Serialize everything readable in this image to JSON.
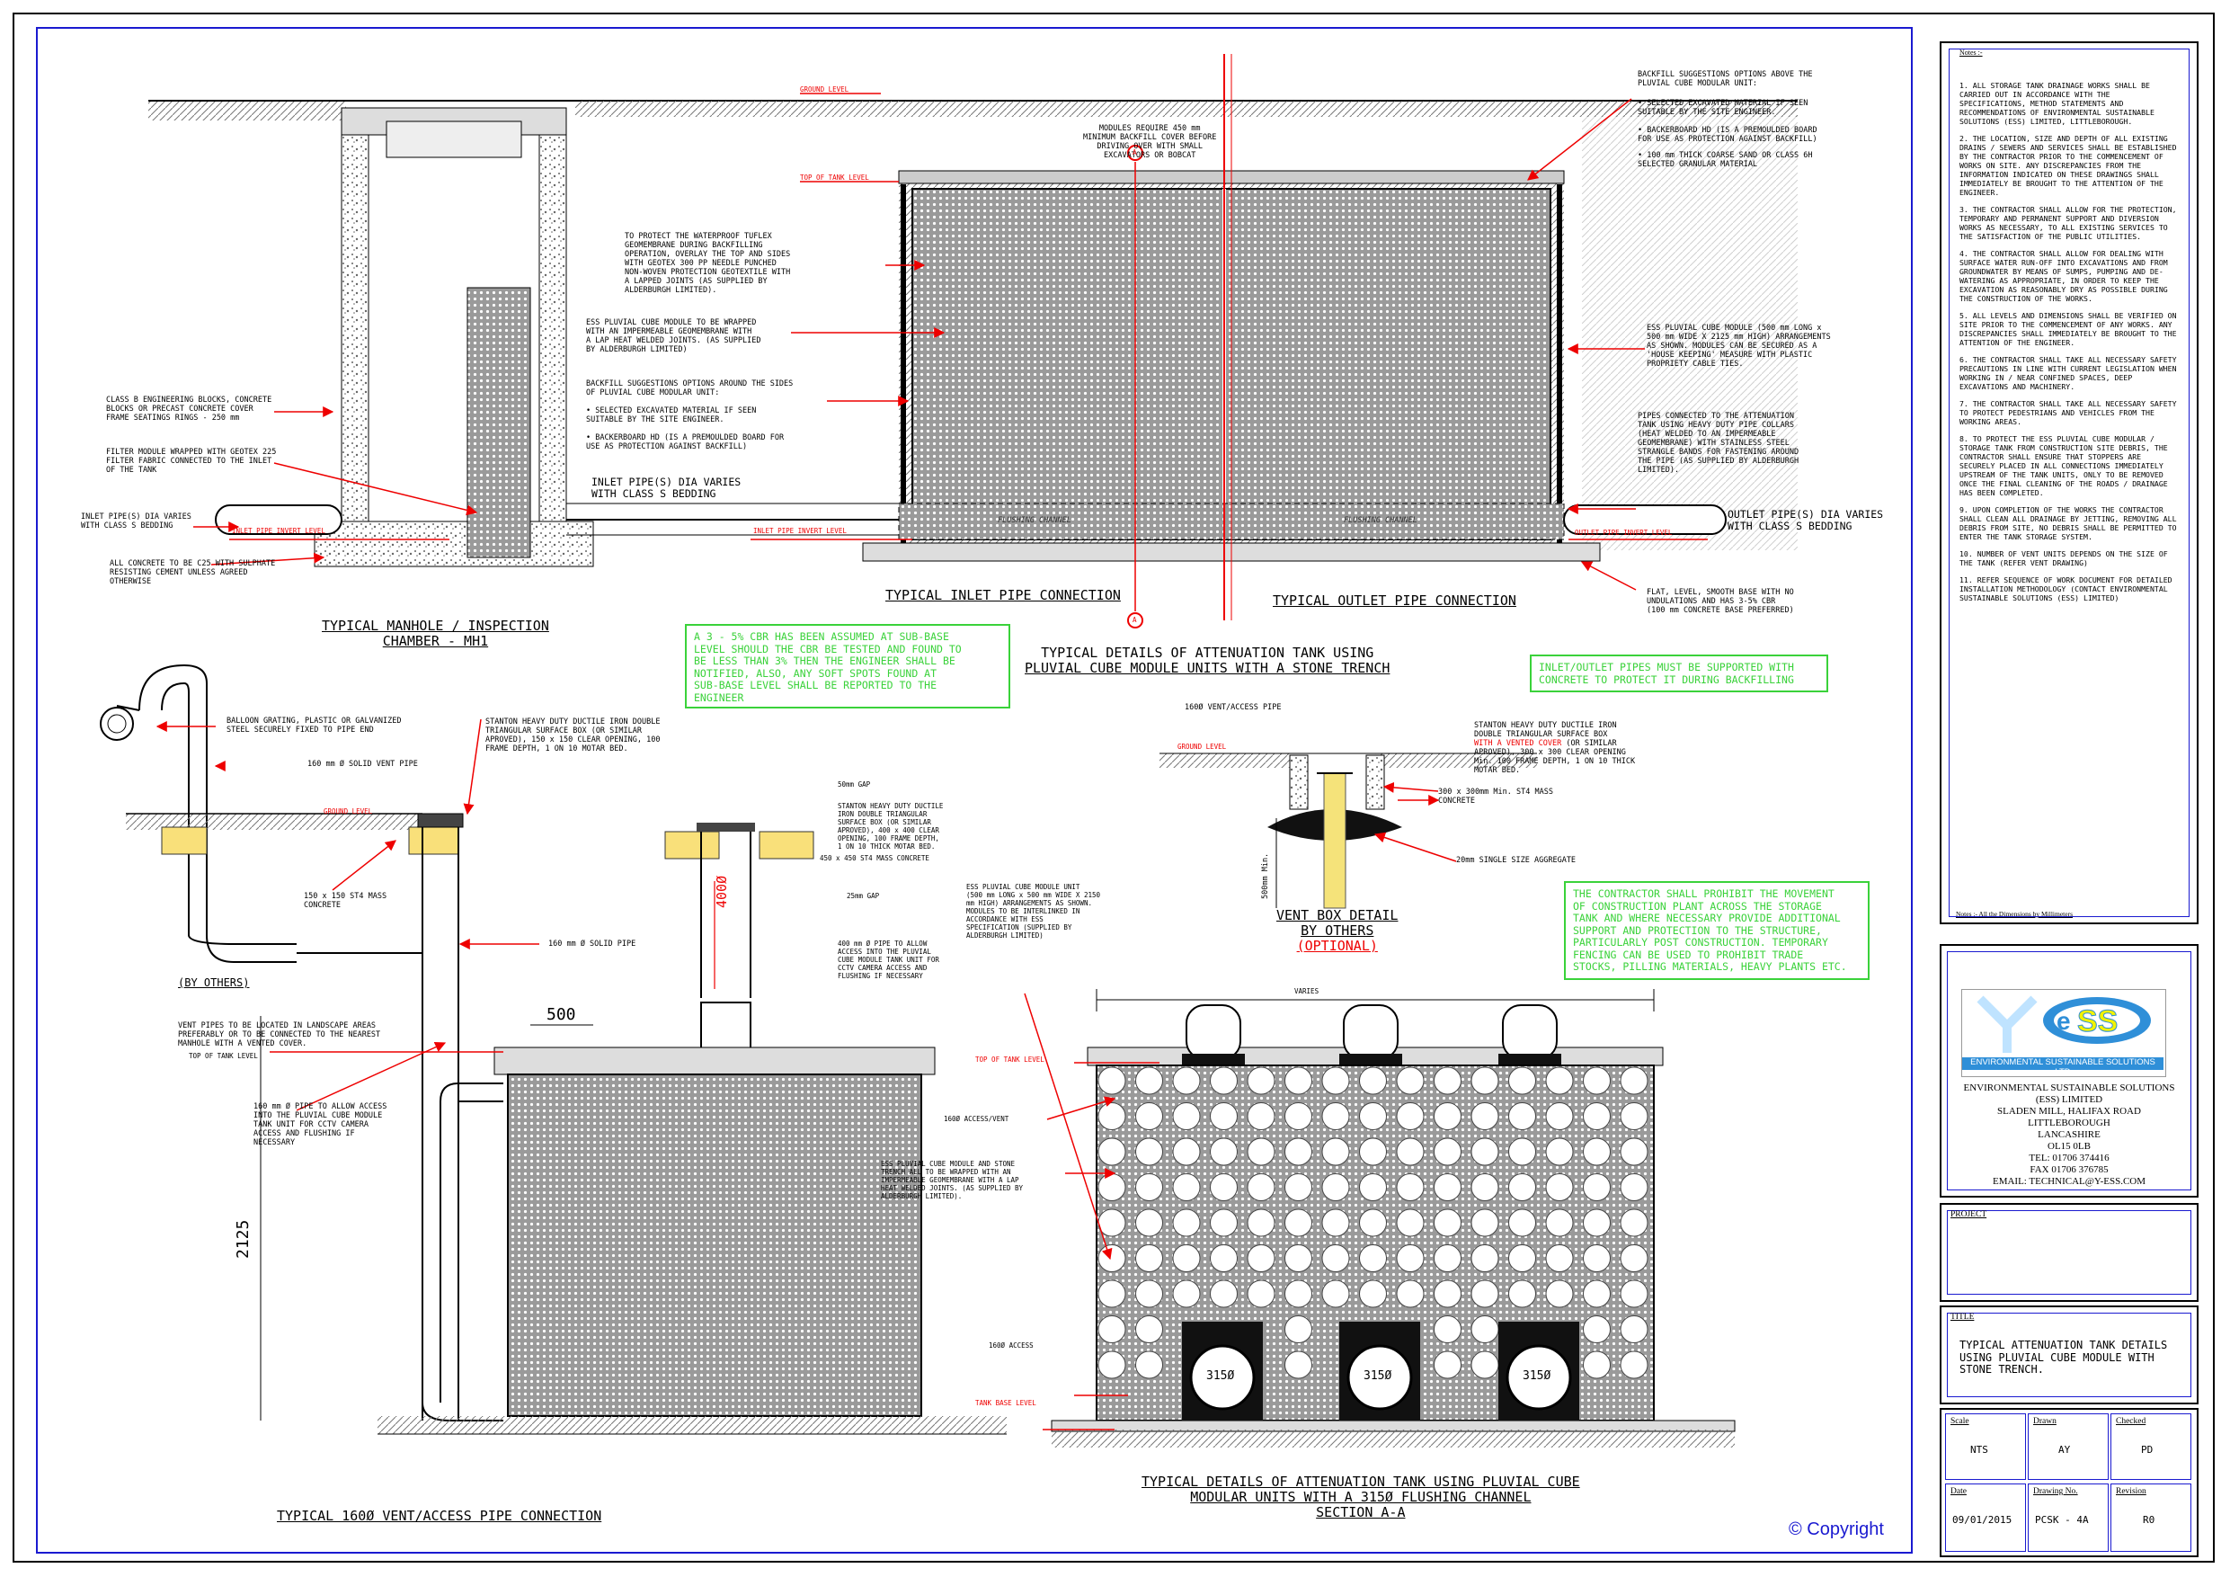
{
  "labels": {
    "ground_level_top": "GROUND LEVEL",
    "top_of_tank_level_top": "TOP OF TANK LEVEL",
    "modules_require": "MODULES REQUIRE 450 mm\nMINIMUM BACKFILL COVER BEFORE\nDRIVING OVER WITH SMALL\nEXCAVATORS OR BOBCAT",
    "backfill_above": "BACKFILL SUGGESTIONS OPTIONS ABOVE THE\nPLUVIAL CUBE MODULAR UNIT:",
    "backfill_above_b1": "SELECTED EXCAVATED MATERIAL IF SEEN\nSUITABLE BY THE SITE ENGINEER.",
    "backfill_above_b2": "BACKERBOARD HD (IS A PREMOULDED BOARD\nFOR USE AS PROTECTION AGAINST BACKFILL)",
    "backfill_above_b3": "100 mm THICK COARSE SAND OR CLASS 6H\nSELECTED GRANULAR MATERIAL",
    "protect_membrane": "TO PROTECT THE WATERPROOF TUFLEX\nGEOMEMBRANE DURING BACKFILLING\nOPERATION, OVERLAY THE TOP AND SIDES\nWITH GEOTEX 300 PP NEEDLE PUNCHED\nNON-WOVEN PROTECTION GEOTEXTILE WITH\nA LAPPED JOINTS (AS SUPPLIED BY\nALDERBURGH LIMITED).",
    "ess_wrapped": "ESS PLUVIAL CUBE MODULE TO BE WRAPPED\nWITH AN IMPERMEABLE GEOMEMBRANE WITH\nA LAP HEAT WELDED JOINTS. (AS SUPPLIED\nBY ALDERBURGH LIMITED)",
    "backfill_sides": "BACKFILL SUGGESTIONS OPTIONS AROUND THE SIDES\nOF PLUVIAL CUBE MODULAR UNIT:",
    "backfill_sides_b1": "SELECTED EXCAVATED MATERIAL IF SEEN\nSUITABLE BY THE SITE ENGINEER.",
    "backfill_sides_b2": "BACKERBOARD HD (IS A PREMOULDED BOARD FOR\nUSE AS PROTECTION AGAINST BACKFILL)",
    "inlet_pipe_center": "INLET PIPE(S) DIA VARIES\nWITH CLASS S BEDDING",
    "ess_module_size": "ESS PLUVIAL CUBE MODULE (500 mm LONG x\n500 mm WIDE X 2125 mm HIGH) ARRANGEMENTS\nAS SHOWN. MODULES CAN BE SECURED AS A\n'HOUSE KEEPING' MEASURE WITH PLASTIC\nPROPRIETY CABLE TIES.",
    "pipes_connected": "PIPES CONNECTED TO THE ATTENUATION\nTANK USING HEAVY DUTY PIPE COLLARS\n(HEAT WELDED TO AN IMPERMEABLE\nGEOMEMBRANE) WITH STAINLESS STEEL\nSTRANGLE BANDS FOR FASTENING AROUND\nTHE PIPE (AS SUPPLIED BY ALDERBURGH\nLIMITED).",
    "outlet_pipe": "OUTLET PIPE(S) DIA VARIES\nWITH CLASS S BEDDING",
    "flat_base": "FLAT, LEVEL, SMOOTH BASE WITH NO\nUNDULATIONS AND HAS 3-5% CBR\n(100 mm CONCRETE BASE PREFERRED)",
    "class_b": "CLASS B ENGINEERING BLOCKS, CONCRETE\nBLOCKS OR PRECAST CONCRETE COVER\nFRAME SEATINGS RINGS - 250 mm",
    "filter_module": "FILTER MODULE WRAPPED WITH GEOTEX 225\nFILTER FABRIC CONNECTED TO THE INLET\nOF THE TANK",
    "inlet_pipe_left": "INLET PIPE(S) DIA VARIES\nWITH CLASS S BEDDING",
    "all_concrete": "ALL CONCRETE TO BE C25 WITH SULPHATE\nRESISTING CEMENT UNLESS AGREED\nOTHERWISE",
    "inlet_invert_1": "INLET PIPE INVERT LEVEL",
    "inlet_invert_2": "INLET PIPE INVERT LEVEL",
    "outlet_invert": "OUTLET PIPE INVERT LEVEL",
    "flushing_1": "FLUSHING CHANNEL",
    "flushing_2": "FLUSHING CHANNEL",
    "section_a": "A",
    "balloon": "BALLOON GRATING, PLASTIC OR GALVANIZED\nSTEEL SECURELY FIXED TO PIPE END",
    "vent_pipe_160": "160 mm Ø SOLID VENT PIPE",
    "stanton_1": "STANTON HEAVY DUTY DUCTILE IRON DOUBLE\nTRIANGULAR SURFACE BOX (OR SIMILAR\nAPROVED), 150 x 150 CLEAR OPENING, 100\nFRAME DEPTH, 1 ON 10 MOTAR BED.",
    "ground_level_mid": "GROUND LEVEL",
    "mass_150": "150 x 150 ST4 MASS\nCONCRETE",
    "solid_pipe_160": "160 mm Ø SOLID PIPE",
    "by_others": "(BY OTHERS)",
    "gap_50": "50mm GAP",
    "stanton_2": "STANTON HEAVY DUTY DUCTILE\nIRON DOUBLE TRIANGULAR\nSURFACE BOX (OR SIMILAR\nAPROVED), 400 x 400 CLEAR\nOPENING, 100 FRAME DEPTH,\n1 ON 10 THICK MOTAR BED.",
    "mass_450": "450 x 450 ST4 MASS CONCRETE",
    "gap_25": "25mm GAP",
    "pipe_400_access": "400 mm Ø PIPE TO ALLOW\nACCESS INTO THE PLUVIAL\nCUBE MODULE TANK UNIT FOR\nCCTV CAMERA ACCESS AND\nFLUSHING IF NECESSARY",
    "dim_400": "400Ø",
    "dim_500": "500",
    "dim_2125": "2125",
    "vent_landscape": "VENT PIPES TO BE LOCATED IN LANDSCAPE AREAS\nPREFERABLY OR TO BE CONNECTED TO THE NEAREST\nMANHOLE WITH A VENTED COVER.",
    "top_tank_left": "TOP OF TANK LEVEL",
    "pipe_160_cctv": "160 mm Ø PIPE TO ALLOW ACCESS\nINTO THE PLUVIAL CUBE MODULE\nTANK UNIT FOR CCTV CAMERA\nACCESS AND FLUSHING IF\nNECESSARY",
    "vent_access_pipe": "160Ø VENT/ACCESS PIPE",
    "ground_level_vb": "GROUND LEVEL",
    "stanton_3a": "STANTON HEAVY DUTY DUCTILE IRON\nDOUBLE TRIANGULAR SURFACE BOX",
    "stanton_3b": "WITH A VENTED COVER",
    "stanton_3c": " (OR SIMILAR\nAPROVED), 300 x 300 CLEAR OPENING\nMin. 100 FRAME DEPTH, 1 ON 10 THICK\nMOTAR BED.",
    "mass_300": "300 x 300mm Min. ST4 MASS\nCONCRETE",
    "aggregate_20": "20mm SINGLE SIZE AGGREGATE",
    "dim_500min": "500mm Min.",
    "ess_module_a": "ESS PLUVIAL CUBE MODULE UNIT\n(500 mm LONG x 500 mm WIDE X 2150\nmm HIGH) ARRANGEMENTS AS SHOWN.\nMODULES TO BE INTERLINKED IN\nACCORDANCE WITH ESS\nSPECIFICATION (SUPPLIED BY\nALDERBURGH LIMITED)",
    "varies": "VARIES",
    "top_tank_right": "TOP OF TANK LEVEL",
    "access_vent_160": "160Ø ACCESS/VENT",
    "ess_stone": "ESS PLUVIAL CUBE MODULE AND STONE\nTRENCH ALL TO BE WRAPPED WITH AN\nIMPERMEABLE GEOMEMBRANE WITH A LAP\nHEAT WELDED JOINTS. (AS SUPPLIED BY\nALDERBURGH LIMITED).",
    "access_160": "160Ø ACCESS",
    "tank_base": "TANK BASE LEVEL",
    "pipe_315": "315Ø"
  },
  "titles": {
    "inlet": "TYPICAL INLET PIPE CONNECTION",
    "outlet": "TYPICAL OUTLET PIPE CONNECTION",
    "manhole_1": "TYPICAL MANHOLE / INSPECTION",
    "manhole_2": "CHAMBER - MH1",
    "atten_1": "TYPICAL DETAILS OF ATTENUATION TANK USING",
    "atten_2": "PLUVIAL CUBE MODULE UNITS WITH A STONE TRENCH",
    "vent_box_1": "VENT BOX DETAIL",
    "vent_box_2": "BY OTHERS",
    "vent_box_3": "(OPTIONAL)",
    "vent_access": "TYPICAL 160Ø VENT/ACCESS PIPE CONNECTION",
    "section_1": "TYPICAL DETAILS OF ATTENUATION TANK USING PLUVIAL CUBE",
    "section_2": "MODULAR UNITS WITH A 315Ø FLUSHING CHANNEL",
    "section_3": "SECTION A-A"
  },
  "green_notes": {
    "cbr": "A 3 - 5% CBR HAS BEEN ASSUMED AT SUB-BASE\nLEVEL SHOULD THE CBR BE TESTED AND FOUND TO\nBE LESS THAN 3% THEN THE ENGINEER SHALL BE\nNOTIFIED, ALSO, ANY SOFT SPOTS FOUND AT\nSUB-BASE LEVEL SHALL BE REPORTED TO THE\nENGINEER",
    "inlet_outlet": "INLET/OUTLET PIPES MUST BE SUPPORTED WITH\nCONCRETE TO PROTECT IT DURING BACKFILLING",
    "contractor": "THE CONTRACTOR SHALL PROHIBIT THE MOVEMENT\nOF CONSTRUCTION PLANT ACROSS THE STORAGE\nTANK AND WHERE NECESSARY PROVIDE ADDITIONAL\nSUPPORT AND PROTECTION TO THE STRUCTURE,\nPARTICULARLY POST CONSTRUCTION. TEMPORARY\nFENCING CAN BE USED TO PROHIBIT TRADE\nSTOCKS, PILLING MATERIALS, HEAVY PLANTS ETC."
  },
  "notes": {
    "title": "Notes :-",
    "items": [
      "1. ALL STORAGE TANK DRAINAGE WORKS SHALL BE CARRIED OUT IN ACCORDANCE WITH THE SPECIFICATIONS, METHOD STATEMENTS AND RECOMMENDATIONS OF ENVIRONMENTAL SUSTAINABLE SOLUTIONS (ESS) LIMITED, LITTLEBOROUGH.",
      "2. THE LOCATION, SIZE AND DEPTH OF ALL EXISTING DRAINS / SEWERS AND SERVICES SHALL BE ESTABLISHED BY THE CONTRACTOR PRIOR TO THE COMMENCEMENT OF WORKS ON SITE. ANY DISCREPANCIES FROM THE INFORMATION INDICATED ON THESE DRAWINGS SHALL IMMEDIATELY BE BROUGHT TO THE ATTENTION OF THE ENGINEER.",
      "3. THE CONTRACTOR SHALL ALLOW FOR THE PROTECTION, TEMPORARY AND PERMANENT SUPPORT AND DIVERSION WORKS AS NECESSARY, TO ALL EXISTING SERVICES TO THE SATISFACTION OF THE PUBLIC UTILITIES.",
      "4. THE CONTRACTOR SHALL ALLOW FOR DEALING WITH SURFACE WATER RUN-OFF INTO EXCAVATIONS AND FROM GROUNDWATER BY MEANS OF SUMPS, PUMPING AND DE-WATERING AS APPROPRIATE, IN ORDER TO KEEP THE EXCAVATION AS REASONABLY DRY AS POSSIBLE DURING THE CONSTRUCTION OF THE WORKS.",
      "5. ALL LEVELS AND DIMENSIONS SHALL BE VERIFIED ON SITE PRIOR TO THE COMMENCEMENT OF ANY WORKS. ANY DISCREPANCIES SHALL IMMEDIATELY BE BROUGHT TO THE ATTENTION OF THE ENGINEER.",
      "6. THE CONTRACTOR SHALL TAKE ALL NECESSARY SAFETY PRECAUTIONS IN LINE WITH CURRENT LEGISLATION WHEN WORKING IN / NEAR CONFINED SPACES, DEEP EXCAVATIONS AND MACHINERY.",
      "7. THE CONTRACTOR SHALL TAKE ALL NECESSARY SAFETY TO PROTECT PEDESTRIANS AND VEHICLES FROM THE WORKING AREAS.",
      "8. TO PROTECT THE ESS PLUVIAL CUBE MODULAR / STORAGE TANK FROM CONSTRUCTION SITE DEBRIS, THE CONTRACTOR SHALL ENSURE THAT STOPPERS ARE SECURELY PLACED IN ALL CONNECTIONS IMMEDIATELY UPSTREAM OF THE TANK UNITS, ONLY TO BE REMOVED ONCE THE FINAL CLEANING OF THE ROADS / DRAINAGE HAS BEEN COMPLETED.",
      "9. UPON COMPLETION OF THE WORKS THE CONTRACTOR SHALL CLEAN ALL DRAINAGE BY JETTING, REMOVING ALL DEBRIS FROM SITE, NO DEBRIS SHALL BE PERMITTED TO ENTER THE TANK STORAGE SYSTEM.",
      "10. NUMBER OF VENT UNITS DEPENDS ON THE SIZE OF THE TANK (REFER VENT DRAWING)",
      "11. REFER SEQUENCE OF WORK DOCUMENT FOR DETAILED INSTALLATION METHODOLOGY (CONTACT ENVIRONMENTAL SUSTAINABLE SOLUTIONS (ESS) LIMITED)"
    ],
    "footer": "Notes :- All the Dimensions  by Millimeters"
  },
  "company": {
    "logo_band": "ENVIRONMENTAL SUSTAINABLE SOLUTIONS LTD",
    "name_1": "ENVIRONMENTAL SUSTAINABLE SOLUTIONS",
    "name_2": "(ESS) LIMITED",
    "address_1": "SLADEN MILL, HALIFAX ROAD",
    "address_2": "LITTLEBOROUGH",
    "address_3": "LANCASHIRE",
    "postcode": "OL15 0LB",
    "tel": "TEL: 01706 374416",
    "fax": "FAX 01706 376785",
    "email": "EMAIL: TECHNICAL@Y-ESS.COM"
  },
  "title_block": {
    "project_label": "PROJECT",
    "title_label": "TITLE",
    "title_value": "TYPICAL ATTENUATION TANK DETAILS\nUSING PLUVIAL CUBE MODULE WITH\nSTONE TRENCH.",
    "scale_label": "Scale",
    "scale_value": "NTS",
    "drawn_label": "Drawn",
    "drawn_value": "AY",
    "checked_label": "Checked",
    "checked_value": "PD",
    "date_label": "Date",
    "date_value": "09/01/2015",
    "drawing_no_label": "Drawing No.",
    "drawing_no_value": "PCSK - 4A",
    "revision_label": "Revision",
    "revision_value": "R0"
  },
  "copyright": "© Copyright",
  "colors": {
    "accent_red": "#e00000",
    "border_blue": "#1a1ad0",
    "note_green": "#3ad23a",
    "logo_blue": "#2f8fd8"
  }
}
